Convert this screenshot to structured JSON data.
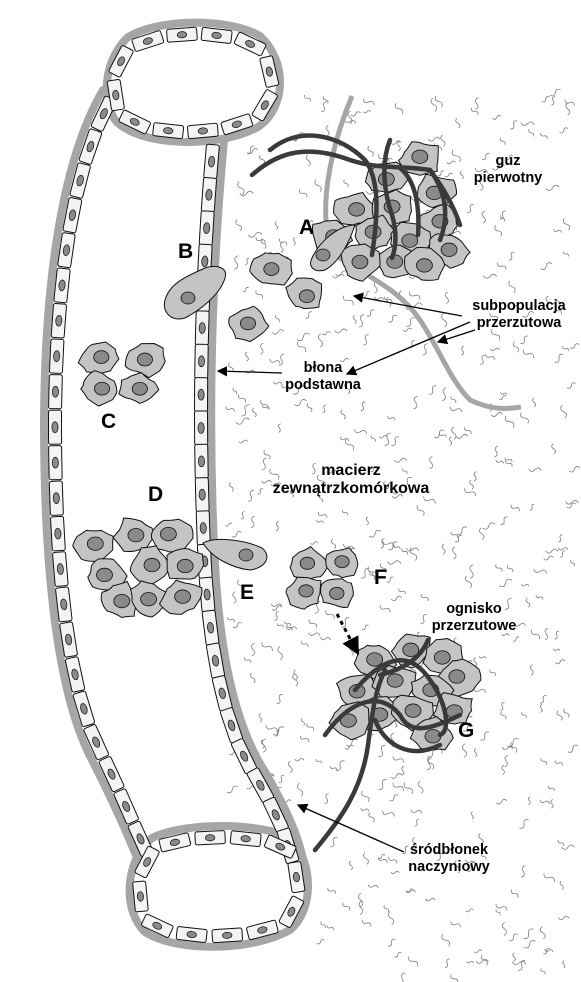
{
  "labels": {
    "primary_tumor": [
      "guz",
      "pierwotny"
    ],
    "metastatic_subpopulation": [
      "subpopulacja",
      "przerzutowa"
    ],
    "basement_membrane": [
      "błona",
      "podstawna"
    ],
    "extracellular_matrix": [
      "macierz",
      "zewnątrzkomórkowa"
    ],
    "metastatic_focus": [
      "ognisko",
      "przerzutowe"
    ],
    "vascular_endothelium": [
      "śródbłonek",
      "naczyniowy"
    ]
  },
  "stage_letters": {
    "a": "A",
    "b": "B",
    "c": "C",
    "d": "D",
    "e": "E",
    "f": "F",
    "g": "G"
  },
  "colors": {
    "outline": "#111111",
    "membrane": "#a6a6a6",
    "cell_fill": "#c4c4c4",
    "nucleus_fill": "#8a8a8a",
    "endothelial_cell_fill": "#f4f4f4",
    "vessel_line": "#3a3a3a",
    "fiber": "#7d7d7d"
  }
}
